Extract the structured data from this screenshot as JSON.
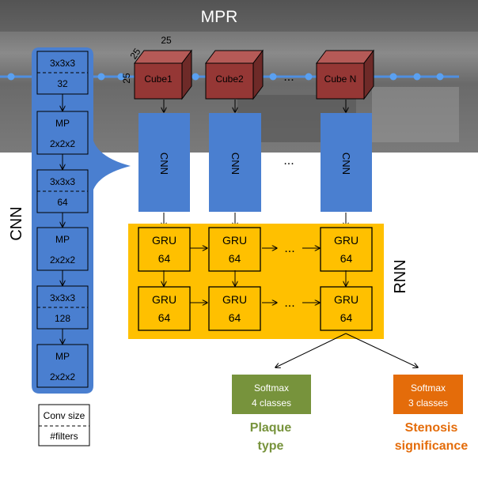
{
  "title": "MPR",
  "cube_dims": {
    "w": "25",
    "d": "25",
    "h": "25"
  },
  "cubes": [
    "Cube1",
    "Cube2",
    "Cube N"
  ],
  "cnn_block_label": "CNN",
  "ellipsis": "...",
  "left_panel": {
    "side_label": "CNN",
    "layers": [
      {
        "top": "3x3x3",
        "bottom": "32",
        "kind": "conv"
      },
      {
        "top": "MP",
        "bottom": "2x2x2",
        "kind": "pool"
      },
      {
        "top": "3x3x3",
        "bottom": "64",
        "kind": "conv"
      },
      {
        "top": "MP",
        "bottom": "2x2x2",
        "kind": "pool"
      },
      {
        "top": "3x3x3",
        "bottom": "128",
        "kind": "conv"
      },
      {
        "top": "MP",
        "bottom": "2x2x2",
        "kind": "pool"
      }
    ]
  },
  "legend": {
    "top": "Conv size",
    "bottom": "#filters"
  },
  "rnn": {
    "side_label": "RNN",
    "unit_top": "GRU",
    "unit_bottom": "64"
  },
  "outputs": [
    {
      "box_top": "Softmax",
      "box_bottom": "4 classes",
      "label_line1": "Plaque",
      "label_line2": "type",
      "color": "#77933c"
    },
    {
      "box_top": "Softmax",
      "box_bottom": "3 classes",
      "label_line1": "Stenosis",
      "label_line2": "significance",
      "color": "#e46c0a"
    }
  ],
  "colors": {
    "cnn_blue": "#4a7fd0",
    "rnn_yellow": "#ffc000",
    "cube_red": "#953735",
    "mpr_gray": "#6e6e6e"
  }
}
